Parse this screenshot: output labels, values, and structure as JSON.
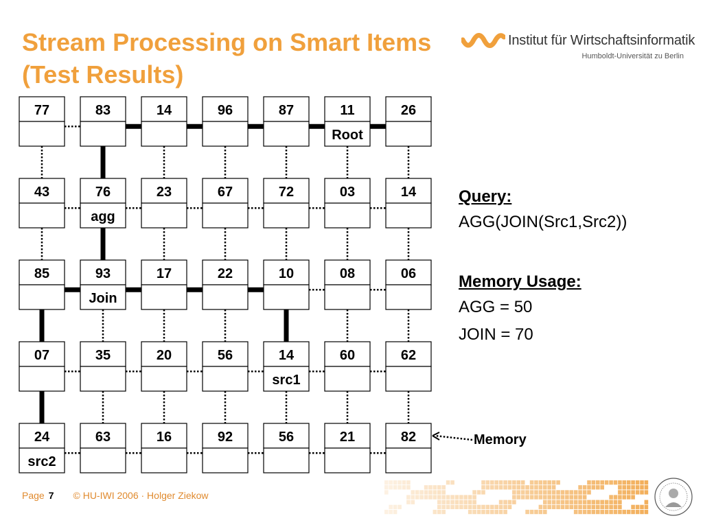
{
  "title": "Stream Processing on Smart Items (Test Results)",
  "logo": {
    "name": "Institut für Wirtschaftsinformatik",
    "subtitle": "Humboldt-Universität zu Berlin"
  },
  "grid": {
    "rows": [
      [
        {
          "value": "77",
          "role": ""
        },
        {
          "value": "83",
          "role": ""
        },
        {
          "value": "14",
          "role": ""
        },
        {
          "value": "96",
          "role": ""
        },
        {
          "value": "87",
          "role": ""
        },
        {
          "value": "11",
          "role": "Root"
        },
        {
          "value": "26",
          "role": ""
        }
      ],
      [
        {
          "value": "43",
          "role": ""
        },
        {
          "value": "76",
          "role": "agg"
        },
        {
          "value": "23",
          "role": ""
        },
        {
          "value": "67",
          "role": ""
        },
        {
          "value": "72",
          "role": ""
        },
        {
          "value": "03",
          "role": ""
        },
        {
          "value": "14",
          "role": ""
        }
      ],
      [
        {
          "value": "85",
          "role": ""
        },
        {
          "value": "93",
          "role": "Join"
        },
        {
          "value": "17",
          "role": ""
        },
        {
          "value": "22",
          "role": ""
        },
        {
          "value": "10",
          "role": ""
        },
        {
          "value": "08",
          "role": ""
        },
        {
          "value": "06",
          "role": ""
        }
      ],
      [
        {
          "value": "07",
          "role": ""
        },
        {
          "value": "35",
          "role": ""
        },
        {
          "value": "20",
          "role": ""
        },
        {
          "value": "56",
          "role": ""
        },
        {
          "value": "14",
          "role": "src1"
        },
        {
          "value": "60",
          "role": ""
        },
        {
          "value": "62",
          "role": ""
        }
      ],
      [
        {
          "value": "24",
          "role": "src2"
        },
        {
          "value": "63",
          "role": ""
        },
        {
          "value": "16",
          "role": ""
        },
        {
          "value": "92",
          "role": ""
        },
        {
          "value": "56",
          "role": ""
        },
        {
          "value": "21",
          "role": ""
        },
        {
          "value": "82",
          "role": ""
        }
      ]
    ],
    "solid_horizontal": [
      [
        0,
        1
      ],
      [
        0,
        2
      ],
      [
        0,
        3
      ],
      [
        0,
        4
      ],
      [
        0,
        5
      ],
      [
        2,
        0
      ],
      [
        2,
        1
      ],
      [
        2,
        2
      ],
      [
        2,
        3
      ]
    ],
    "solid_vertical": [
      [
        0,
        1
      ],
      [
        1,
        1
      ],
      [
        2,
        0
      ],
      [
        2,
        4
      ],
      [
        3,
        0
      ]
    ]
  },
  "memory_label": "Memory",
  "side": {
    "query_heading": "Query:",
    "query_text": "AGG(JOIN(Src1,Src2))",
    "memory_heading": "Memory Usage:",
    "agg_line": "AGG =  50",
    "join_line": "JOIN = 70"
  },
  "footer": {
    "page_label": "Page",
    "page_number": "7",
    "copyright": "© HU-IWI 2006 · Holger Ziekow"
  },
  "colors": {
    "accent": "#f0a03c",
    "footer": "#e08a2e"
  },
  "icons": [
    "institute-logo-icon",
    "university-seal-icon"
  ]
}
